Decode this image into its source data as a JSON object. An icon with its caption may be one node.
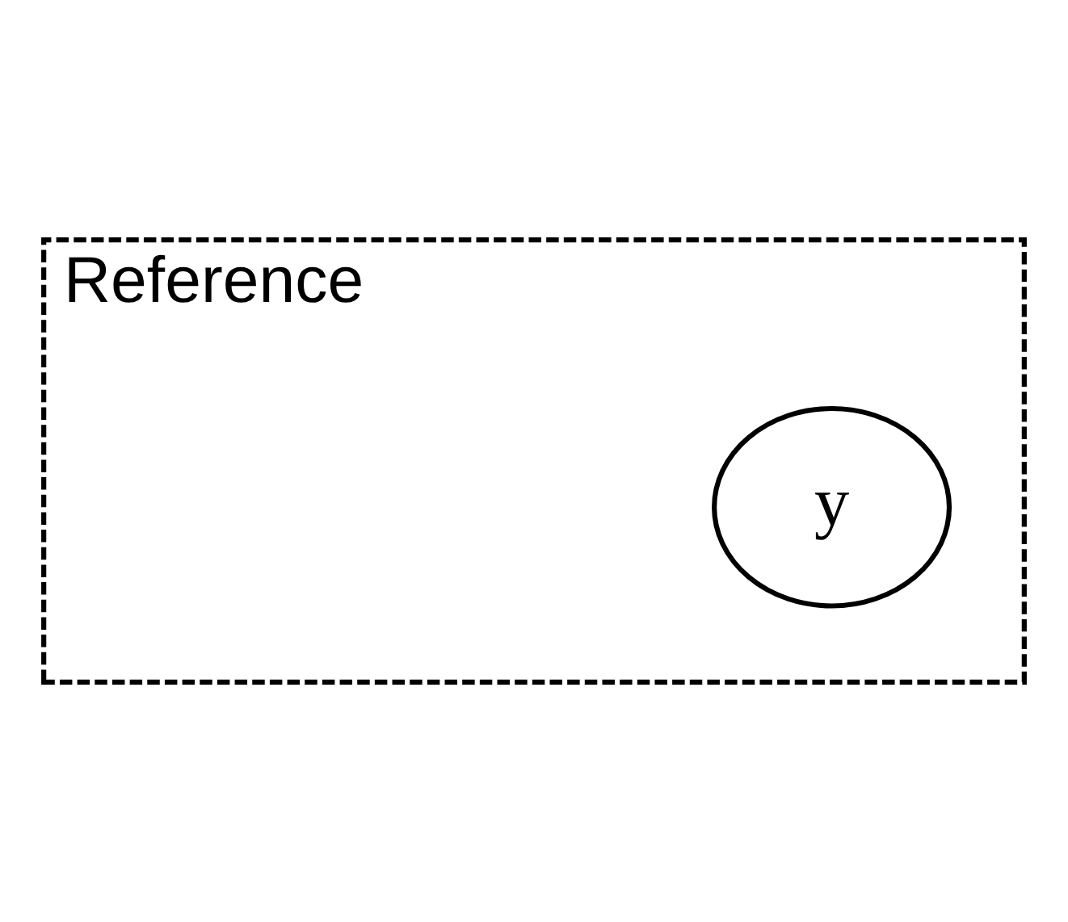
{
  "diagram": {
    "nodes": [
      {
        "text": [
          "Reference"
        ]
      },
      {
        "text": [
          "y"
        ],
        "in": 0
      }
    ]
  }
}
